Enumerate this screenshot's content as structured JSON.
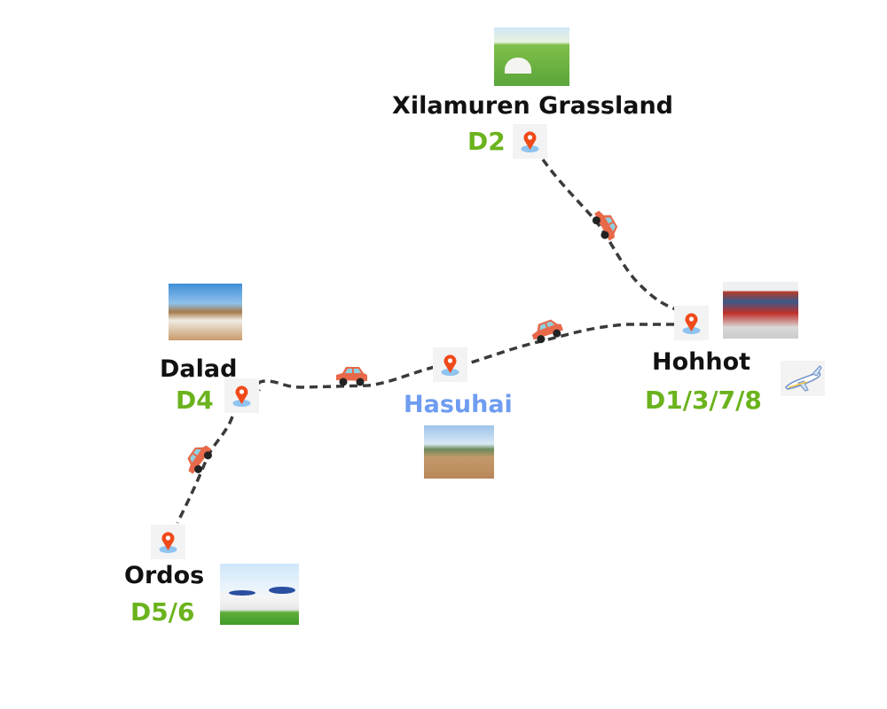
{
  "title": "Inner Mongolia travel route",
  "colors": {
    "day": "#6bb31d",
    "hasuhai": "#6e9cf0",
    "route": "#3a3a3a",
    "pin": "#f04a1a",
    "car": "#e8694a"
  },
  "stops": [
    {
      "name": "Xilamuren Grassland",
      "day": "D2"
    },
    {
      "name": "Hohhot",
      "day": "D1/3/7/8"
    },
    {
      "name": "Hasuhai",
      "day": ""
    },
    {
      "name": "Dalad",
      "day": "D4"
    },
    {
      "name": "Ordos",
      "day": "D5/6"
    }
  ],
  "icons": {
    "pin": "map-pin-icon",
    "car": "car-icon",
    "plane": "airplane-icon"
  }
}
